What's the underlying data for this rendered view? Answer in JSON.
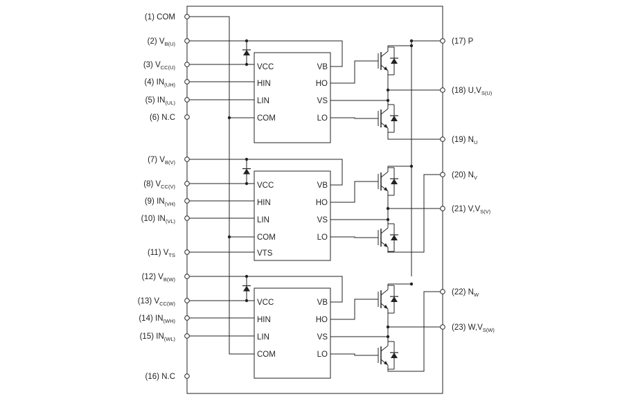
{
  "left_pins": [
    {
      "id": "com",
      "num": "(1)",
      "name": "COM",
      "sub": ""
    },
    {
      "id": "vbu",
      "num": "(2)",
      "name": "V",
      "sub": "B(U)"
    },
    {
      "id": "vccu",
      "num": "(3)",
      "name": "V",
      "sub": "CC(U)"
    },
    {
      "id": "inuh",
      "num": "(4)",
      "name": "IN",
      "sub": "(UH)"
    },
    {
      "id": "inul",
      "num": "(5)",
      "name": "IN",
      "sub": "(UL)"
    },
    {
      "id": "nc6",
      "num": "(6)",
      "name": "N.C",
      "sub": ""
    },
    {
      "id": "vbv",
      "num": "(7)",
      "name": "V",
      "sub": "B(V)"
    },
    {
      "id": "vccv",
      "num": "(8)",
      "name": "V",
      "sub": "CC(V)"
    },
    {
      "id": "invh",
      "num": "(9)",
      "name": "IN",
      "sub": "(VH)"
    },
    {
      "id": "invl",
      "num": "(10)",
      "name": "IN",
      "sub": "(VL)"
    },
    {
      "id": "vts",
      "num": "(11)",
      "name": "V",
      "sub": "TS"
    },
    {
      "id": "vbw",
      "num": "(12)",
      "name": "V",
      "sub": "B(W)"
    },
    {
      "id": "vccw",
      "num": "(13)",
      "name": "V",
      "sub": "CC(W)"
    },
    {
      "id": "inwh",
      "num": "(14)",
      "name": "IN",
      "sub": "(WH)"
    },
    {
      "id": "inwl",
      "num": "(15)",
      "name": "IN",
      "sub": "(WL)"
    },
    {
      "id": "nc16",
      "num": "(16)",
      "name": "N.C",
      "sub": ""
    }
  ],
  "right_pins": [
    {
      "id": "p",
      "num": "(17)",
      "name": "P",
      "sub": ""
    },
    {
      "id": "u",
      "num": "(18)",
      "name": "U,V",
      "sub": "S(U)"
    },
    {
      "id": "nu",
      "num": "(19)",
      "name": "N",
      "sub": "U"
    },
    {
      "id": "nv",
      "num": "(20)",
      "name": "N",
      "sub": "V"
    },
    {
      "id": "v",
      "num": "(21)",
      "name": "V,V",
      "sub": "S(V)"
    },
    {
      "id": "nw",
      "num": "(22)",
      "name": "N",
      "sub": "W"
    },
    {
      "id": "w",
      "num": "(23)",
      "name": "W,V",
      "sub": "S(W)"
    }
  ],
  "chips": [
    {
      "left": [
        "VCC",
        "HIN",
        "LIN",
        "COM"
      ],
      "right": [
        "VB",
        "HO",
        "VS",
        "LO"
      ]
    },
    {
      "left": [
        "VCC",
        "HIN",
        "LIN",
        "COM",
        "VTS"
      ],
      "right": [
        "VB",
        "HO",
        "VS",
        "LO"
      ]
    },
    {
      "left": [
        "VCC",
        "HIN",
        "LIN",
        "COM"
      ],
      "right": [
        "VB",
        "HO",
        "VS",
        "LO"
      ]
    }
  ]
}
